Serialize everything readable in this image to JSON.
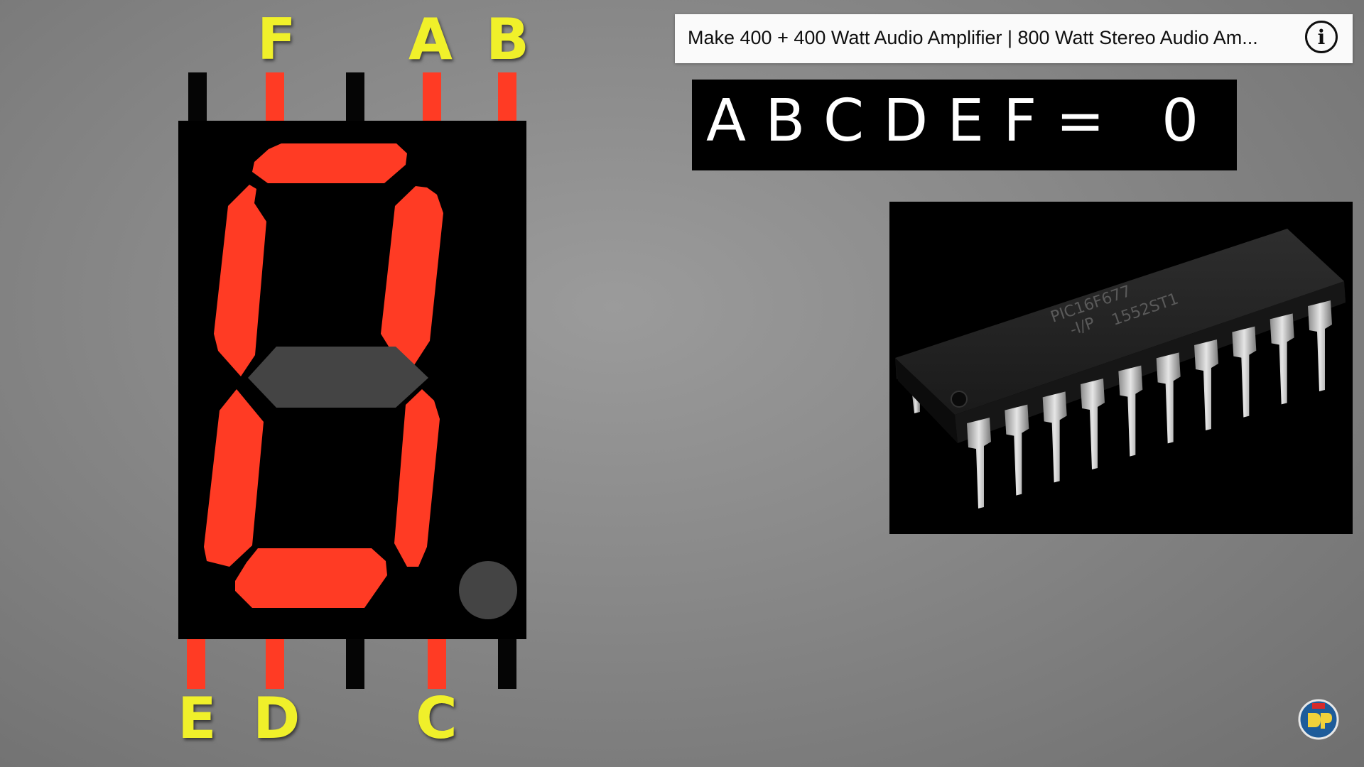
{
  "video": {
    "title": "Make 400 + 400 Watt Audio Amplifier | 800 Watt Stereo Audio Am...",
    "info_icon": "i"
  },
  "display": {
    "top_pin_labels": [
      "F",
      "A",
      "B"
    ],
    "bottom_pin_labels": [
      "E",
      "D",
      "C"
    ],
    "segment_on_color": "#ff3b24",
    "segment_off_color": "#444444",
    "pin_red_color": "#ff3b24",
    "label_color": "#f0f02a",
    "segments_lit": [
      "A",
      "B",
      "C",
      "D",
      "E",
      "F"
    ],
    "segments_off": [
      "G",
      "DP"
    ]
  },
  "formula": {
    "text": "ABCDEF= 0"
  },
  "chip": {
    "marking_line1": "PIC16F677",
    "marking_line2": "-I/P",
    "marking_line3": "1552ST1"
  },
  "icons": {
    "info": "info-icon",
    "channel_logo": "channel-logo-icon"
  }
}
